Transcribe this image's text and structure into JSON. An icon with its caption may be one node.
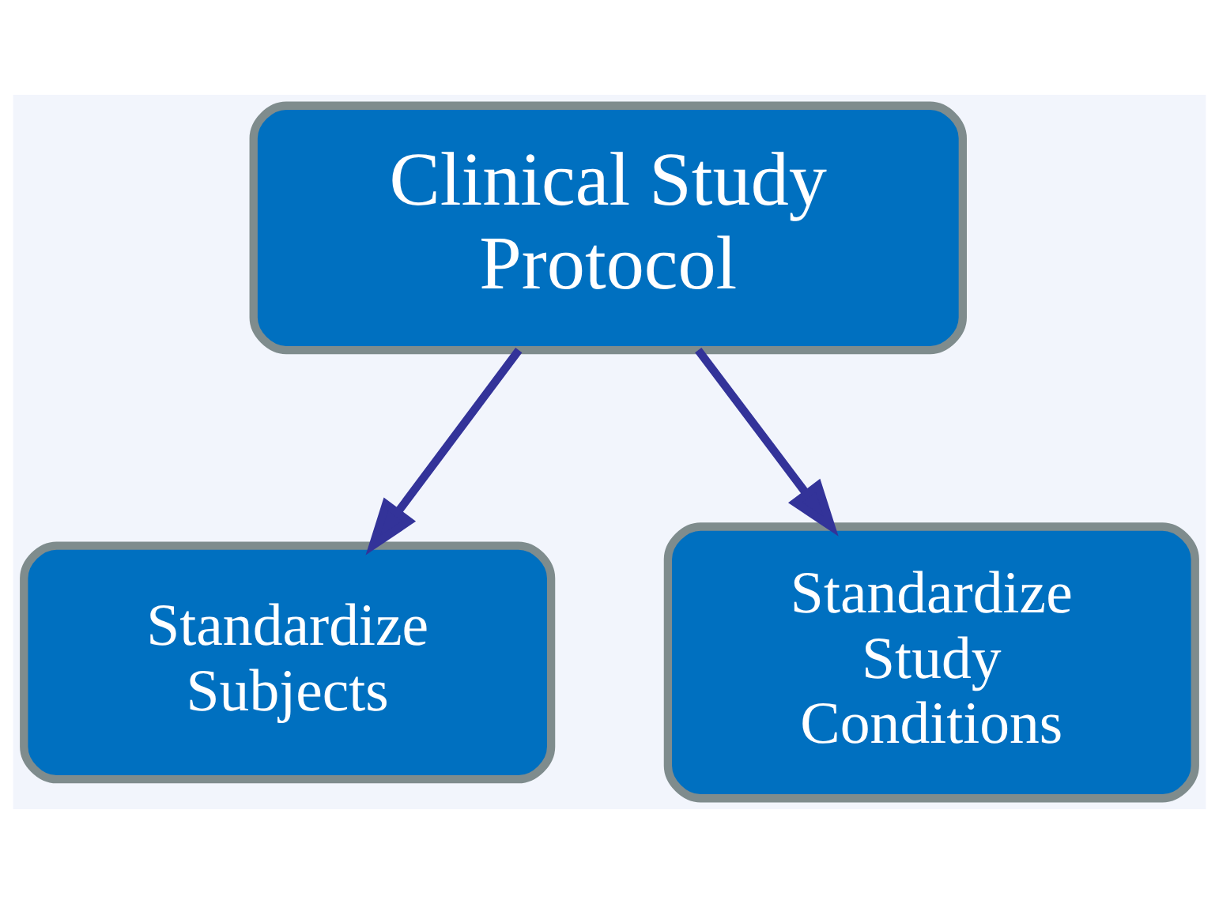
{
  "diagram": {
    "nodes": [
      {
        "text": [
          "Clinical Study Protocol"
        ]
      },
      {
        "text": [
          "Standardize Subjects"
        ]
      },
      {
        "text": [
          "Standardize Study Conditions"
        ]
      }
    ],
    "edges": [
      {
        "from": 0,
        "to": 1,
        "arrow": "to"
      },
      {
        "from": 0,
        "to": 2,
        "arrow": "to"
      }
    ]
  }
}
